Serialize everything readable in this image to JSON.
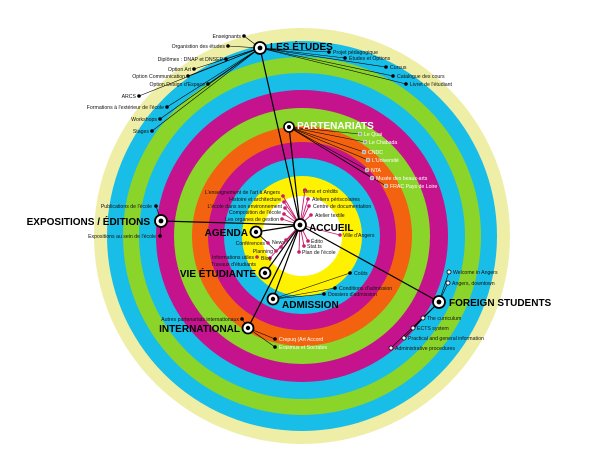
{
  "colors": {
    "ring_outer": "#efeea6",
    "ring_cyan": "#18bde8",
    "ring_lime": "#8bd42a",
    "ring_magenta": "#c5138d",
    "ring_orange": "#f2620f",
    "ring_yellow": "#fff200",
    "ring_center": "#ffffff",
    "spoke_hub": "#c81e6e"
  },
  "sections": {
    "etudes": {
      "title": "LES ÉTUDES",
      "items_left": [
        "Enseignants",
        "Organistion des études",
        "Diplômes : DNAP et DNSEP",
        "Option Art",
        "Option Communication",
        "Option Design d'Espace",
        "ARCS",
        "Formations à l'extérieur de l'école",
        "Workshops",
        "Stages"
      ],
      "items_right": [
        "Projet pédagogique",
        "Études et Options",
        "Cursus",
        "Catalogue des cours",
        "Livret de l'étudiant"
      ]
    },
    "partenariats": {
      "title": "PARTENARIATS",
      "items": [
        "Le Quai",
        "Le Chabada",
        "CNDC",
        "L'Université",
        "NTA",
        "Musée des beaux-arts",
        "FRAC Pays de Loire"
      ]
    },
    "expositions": {
      "title": "EXPOSITIONS / ÉDITIONS",
      "items": [
        "Publications de l'école",
        "Expositions au sein de l'école"
      ]
    },
    "agenda": {
      "title": "AGENDA",
      "items": [
        "Conférences",
        "Planning"
      ]
    },
    "accueil": {
      "title": "ACCUEIL",
      "items_left": [
        "L'enseignement de l'art à Angers",
        "Histoire et architecture",
        "L'école dans son environnement",
        "Composition de l'école",
        "Les organes de gestion"
      ],
      "items_right": [
        "Liens et crédits",
        "Ateliers périscolaires",
        "Centre de documentation",
        "Atelier textile",
        "Ville d'Angers",
        "Édito",
        "Stat.ts",
        "Plan de l'école"
      ]
    },
    "vie": {
      "title": "VIE ÉTUDIANTE",
      "items": [
        "News",
        "Informations utiles",
        "Blog",
        "Travaux d'étudiants"
      ]
    },
    "admission": {
      "title": "ADMISSION",
      "items": [
        "Coûts",
        "Conditions d'admission",
        "Dossiers d'admission"
      ]
    },
    "foreign": {
      "title": "FOREIGN  STUDENTS",
      "items_top": [
        "Welcome in Angers",
        "Angers, downtown"
      ],
      "items_bottom": [
        "The curriculum",
        "ECTS system",
        "Practical and general information",
        "Administrative procedures"
      ]
    },
    "international": {
      "title": "INTERNATIONAL",
      "items": [
        "Autres partenariats internationaux",
        "Crepuq (Art Accord",
        "Erasmus et Socrates"
      ]
    }
  }
}
